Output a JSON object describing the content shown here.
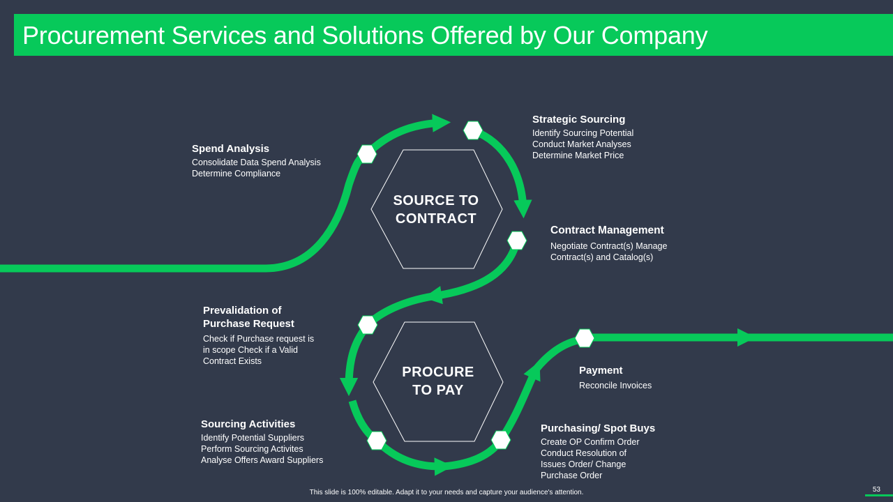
{
  "title": "Procurement Services and Solutions Offered by Our Company",
  "hexagons": {
    "source_to_contract": [
      "SOURCE TO",
      "CONTRACT"
    ],
    "procure_to_pay": [
      "PROCURE",
      "TO PAY"
    ]
  },
  "steps": {
    "spend_analysis": {
      "heading": "Spend Analysis",
      "lines": [
        "Consolidate Data Spend Analysis",
        "Determine Compliance"
      ]
    },
    "strategic_sourcing": {
      "heading": "Strategic Sourcing",
      "lines": [
        "Identify Sourcing Potential",
        "Conduct Market Analyses",
        "Determine Market Price"
      ]
    },
    "contract_management": {
      "heading": "Contract Management",
      "lines": [
        "Negotiate Contract(s) Manage",
        "Contract(s) and Catalog(s)"
      ]
    },
    "prevalidation": {
      "heading_lines": [
        "Prevalidation of",
        "Purchase Request"
      ],
      "lines": [
        "Check if Purchase request is",
        "in scope Check if a Valid",
        "Contract Exists"
      ]
    },
    "sourcing_activities": {
      "heading": "Sourcing Activities",
      "lines": [
        "Identify Potential Suppliers",
        "Perform Sourcing Activites",
        "Analyse Offers Award Suppliers"
      ]
    },
    "payment": {
      "heading": "Payment",
      "lines": [
        "Reconcile Invoices"
      ]
    },
    "purchasing": {
      "heading": "Purchasing/ Spot Buys",
      "lines": [
        "Create OP Confirm Order",
        "Conduct Resolution of",
        "Issues Order/ Change",
        "Purchase Order"
      ]
    }
  },
  "footer": "This slide is 100% editable. Adapt it to your needs and capture your audience's attention.",
  "page_number": "53",
  "colors": {
    "accent": "#07c95a",
    "background": "#323a4b",
    "text": "#ffffff"
  }
}
